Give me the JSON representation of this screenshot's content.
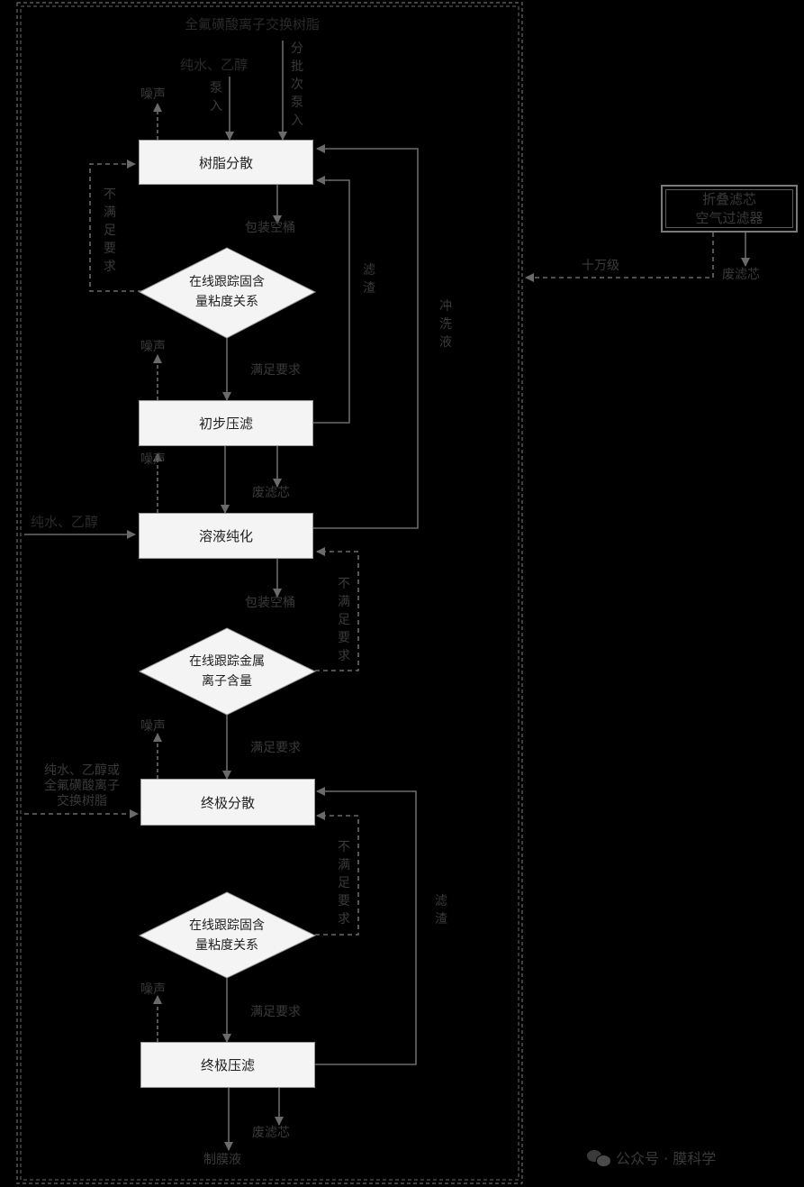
{
  "boxes": {
    "resin_dispersion": "树脂分散",
    "primary_press_filter": "初步压滤",
    "solution_purification": "溶液纯化",
    "final_dispersion": "终极分散",
    "final_press_filter": "终极压滤"
  },
  "diamonds": {
    "d1": [
      "在线跟踪固含",
      "量粘度关系"
    ],
    "d2": [
      "在线跟踪金属",
      "离子含量"
    ],
    "d3": [
      "在线跟踪固含",
      "量粘度关系"
    ]
  },
  "inputs": {
    "top_resin": "全氟磺酸离子交换树脂",
    "water_ethanol_top": "纯水、乙醇",
    "pump_in": "泵入",
    "batch_pump_in": "分批次泵入",
    "water_ethanol_mid": "纯水、乙醇",
    "final_inputs": [
      "纯水、乙醇或",
      "全氟磺酸离子",
      "交换树脂"
    ]
  },
  "labels": {
    "noise": "噪声",
    "package_bucket": "包装空桶",
    "waste_filter": "废滤芯",
    "meets": "满足要求",
    "not_meet": "不满足要求",
    "filter_residue": "滤渣",
    "flush_liquid": "冲洗液",
    "product": "制膜液",
    "hundred_k": "十万级"
  },
  "air_filter": [
    "折叠滤芯",
    "空气过滤器"
  ],
  "watermark": "公众号 · 膜科学"
}
